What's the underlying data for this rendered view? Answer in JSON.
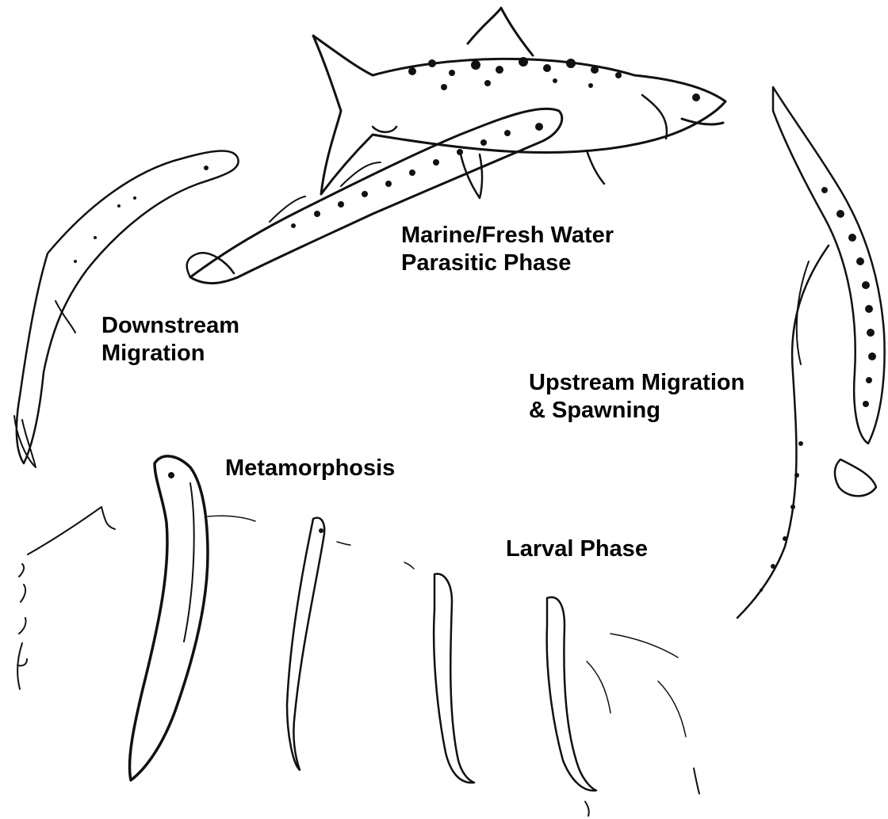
{
  "labels": {
    "parasitic": {
      "line1": "Marine/Fresh Water",
      "line2": "Parasitic Phase"
    },
    "downstream": {
      "line1": "Downstream",
      "line2": "Migration"
    },
    "upstream": {
      "line1": "Upstream Migration",
      "line2": "& Spawning"
    },
    "metamorphosis": "Metamorphosis",
    "larval": "Larval Phase"
  },
  "colors": {
    "ink": "#111111",
    "background": "#ffffff"
  }
}
